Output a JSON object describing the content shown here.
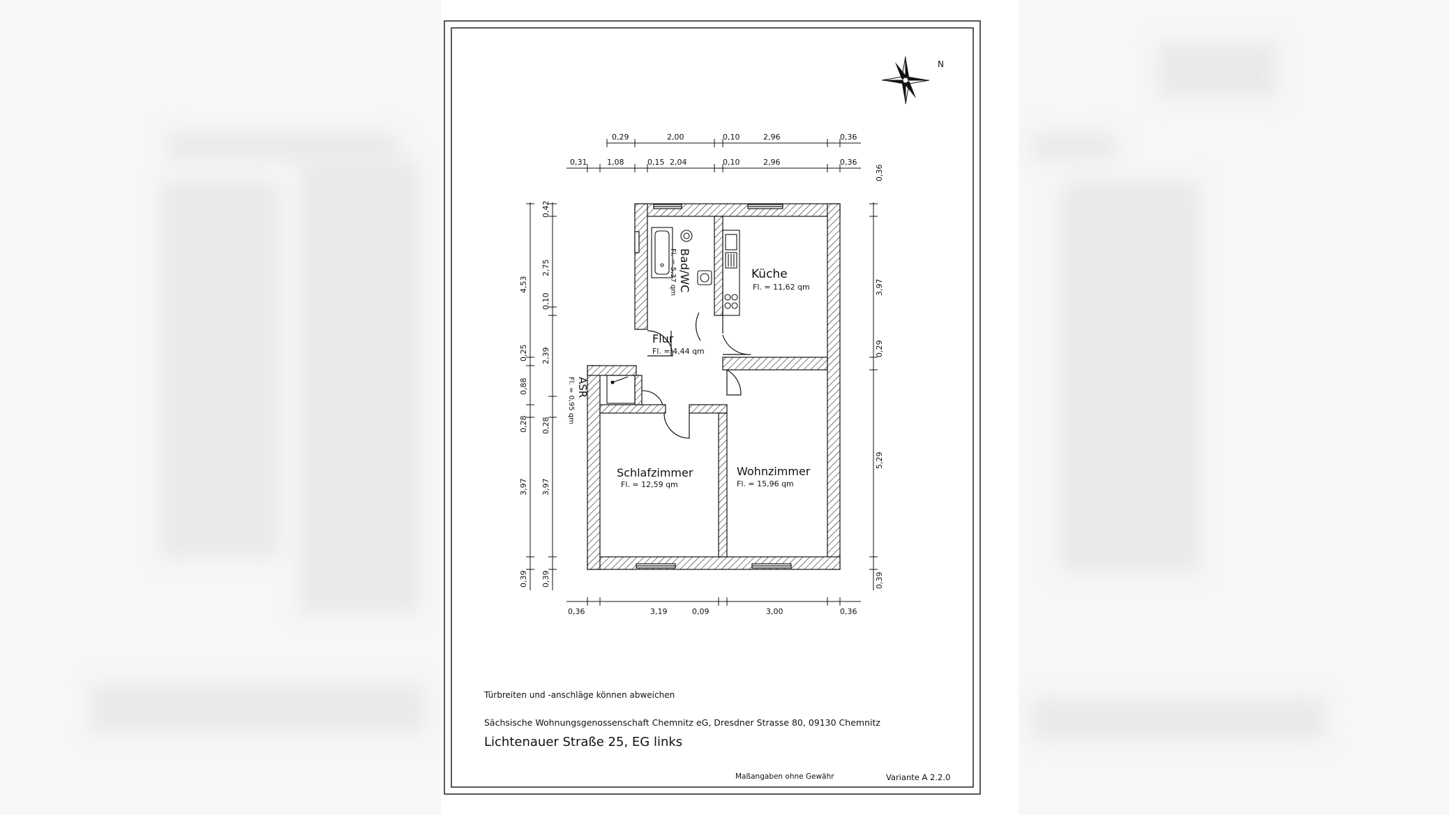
{
  "rooms": {
    "kueche": {
      "name": "Küche",
      "area": "Fl. = 11,62 qm"
    },
    "bad": {
      "name": "Bad/WC",
      "area": "Fl. = 5,37 qm"
    },
    "flur": {
      "name": "Flur",
      "area": "Fl. = 4,44 qm"
    },
    "asr": {
      "name": "ASR",
      "area": "Fl. = 0,95 qm"
    },
    "schlafzimmer": {
      "name": "Schlafzimmer",
      "area": "Fl. = 12,59 qm"
    },
    "wohnzimmer": {
      "name": "Wohnzimmer",
      "area": "Fl. = 15,96 qm"
    }
  },
  "dims": {
    "top1": [
      "0,29",
      "2,00",
      "0,10",
      "2,96",
      "0,36"
    ],
    "top2": [
      "0,31",
      "1,08",
      "0,15",
      "2,04",
      "0,10",
      "2,96",
      "0,36"
    ],
    "bottom": [
      "0,36",
      "3,19",
      "0,09",
      "3,00",
      "0,36"
    ],
    "left1": [
      "4,53",
      "0,25",
      "0,88",
      "0,28",
      "3,97",
      "0,39"
    ],
    "left2": [
      "0,42",
      "2,75",
      "0,10",
      "2,39",
      "0,28",
      "3,97",
      "0,39"
    ],
    "right": [
      "0,36",
      "3,97",
      "0,29",
      "5,29",
      "0,39"
    ]
  },
  "compass_label": "N",
  "notes": {
    "door_note": "Türbreiten und -anschläge können abweichen",
    "company": "Sächsische Wohnungsgenossenschaft Chemnitz eG, Dresdner Strasse 80, 09130 Chemnitz",
    "address": "Lichtenauer Straße 25,   EG links",
    "disclaimer": "Maßangaben ohne Gewähr",
    "variant": "Variante   A 2.2.0"
  }
}
